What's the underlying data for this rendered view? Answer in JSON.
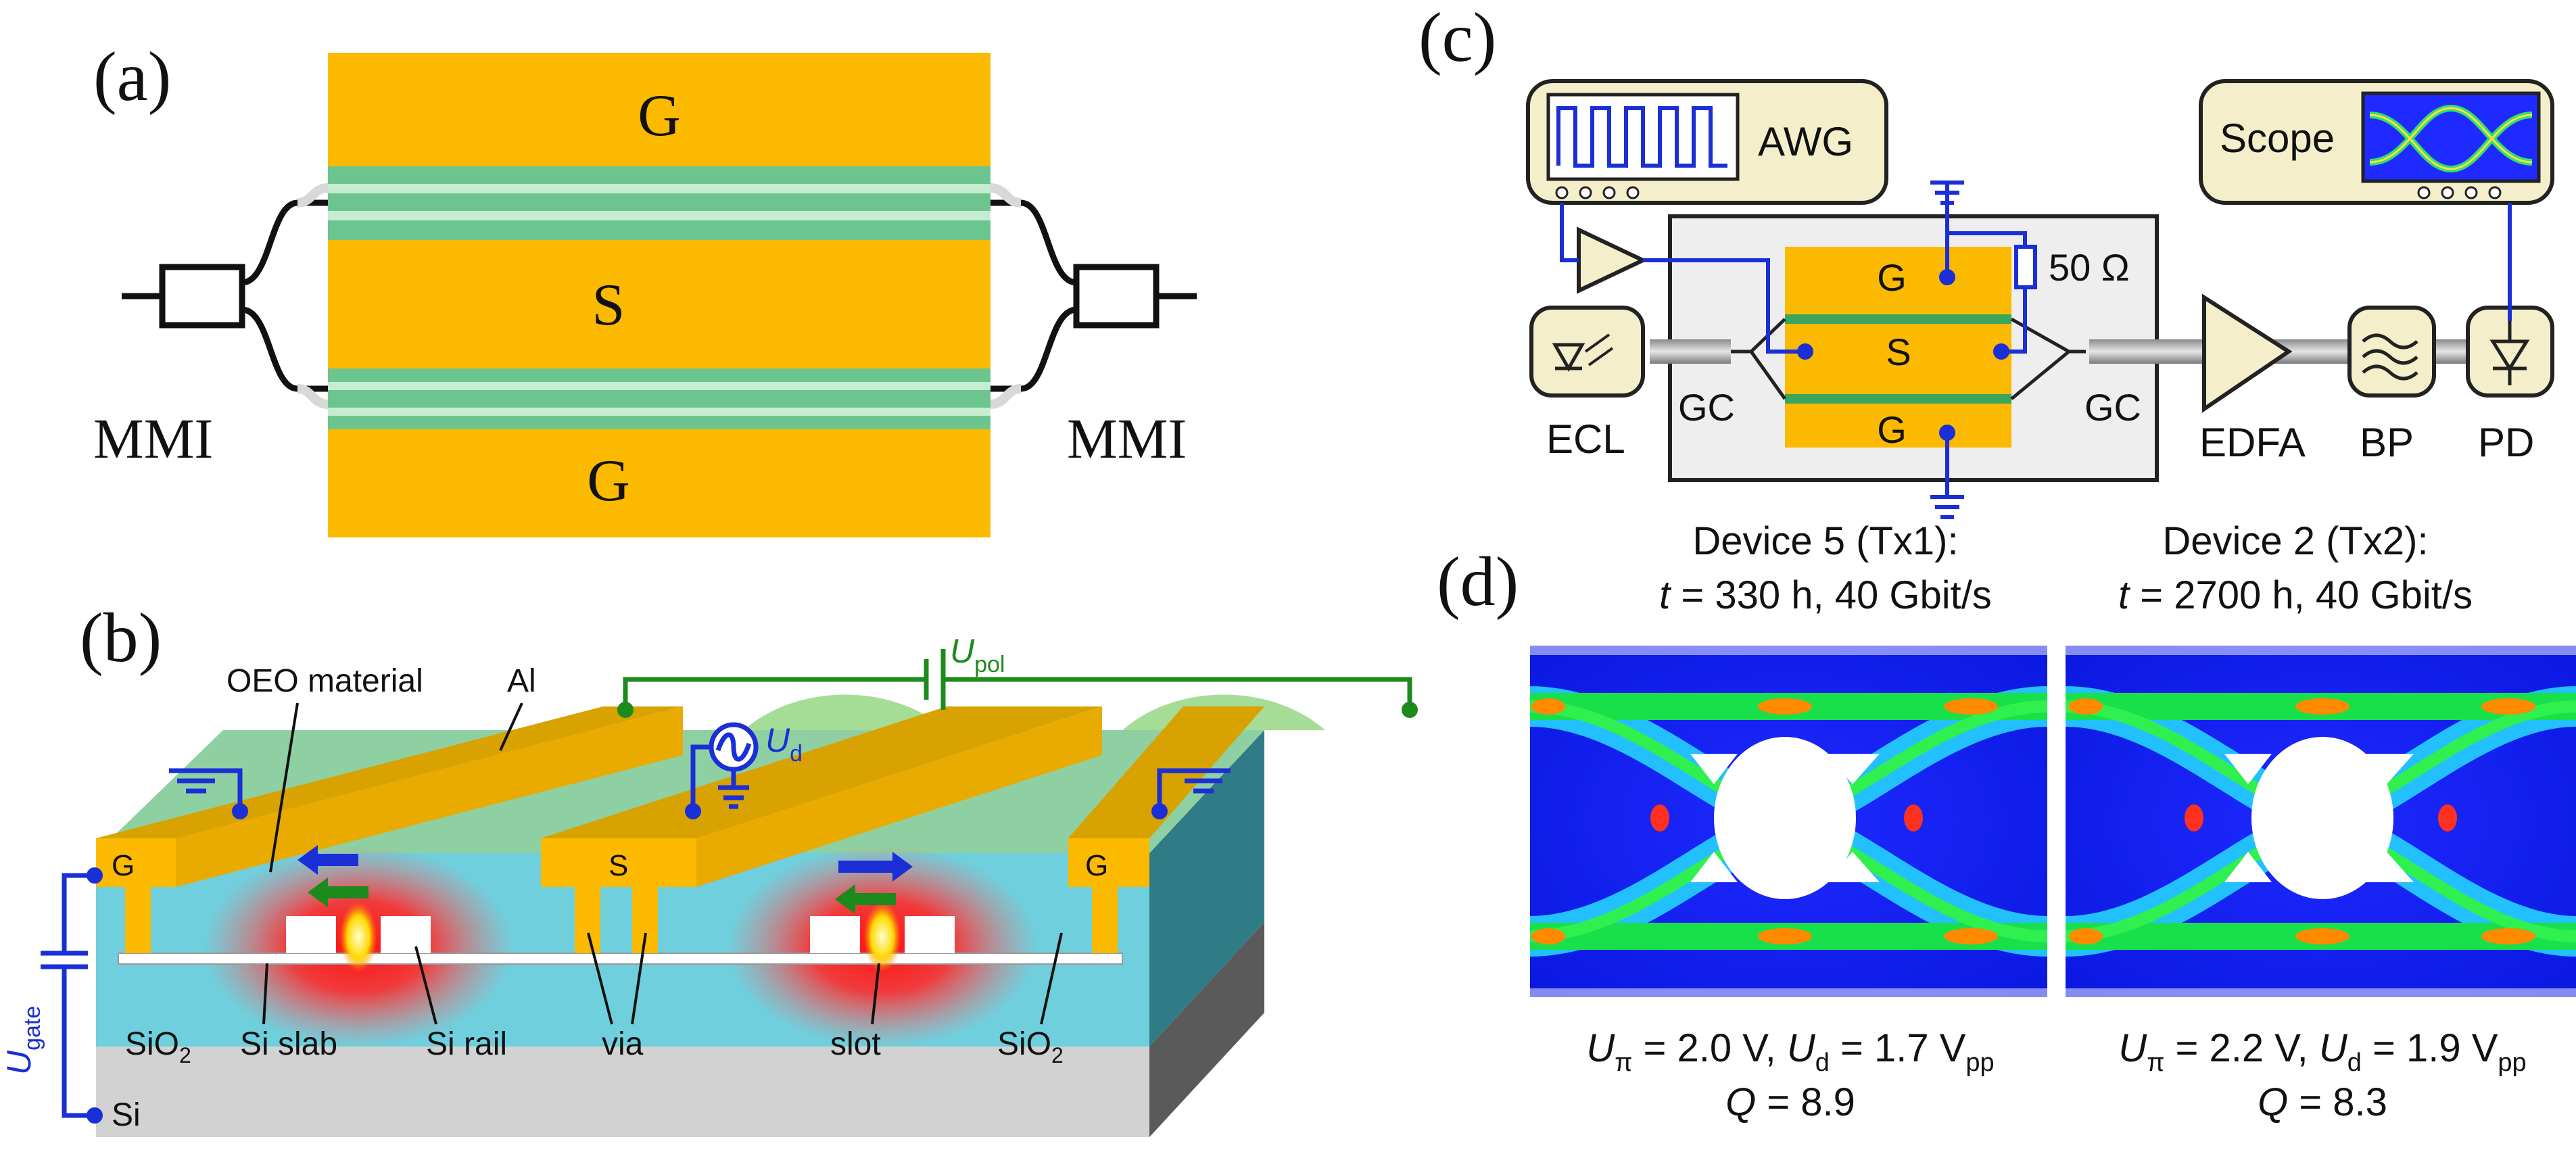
{
  "panel_a": {
    "label": "(a)",
    "electrode_top": "G",
    "electrode_mid": "S",
    "electrode_bot": "G",
    "mmi_left": "MMI",
    "mmi_right": "MMI"
  },
  "panel_b": {
    "label": "(b)",
    "oeo_material": "OEO material",
    "al": "Al",
    "u_pol_main": "U",
    "u_pol_sub": "pol",
    "u_d_main": "U",
    "u_d_sub": "d",
    "u_gate_main": "U",
    "u_gate_sub": "gate",
    "g_left": "G",
    "s_center": "S",
    "g_right": "G",
    "sio2_left_main": "SiO",
    "sio2_left_sub": "2",
    "si_slab": "Si slab",
    "si_rail": "Si rail",
    "via": "via",
    "slot": "slot",
    "sio2_right_main": "SiO",
    "sio2_right_sub": "2",
    "si": "Si"
  },
  "panel_c": {
    "label": "(c)",
    "awg": "AWG",
    "scope": "Scope",
    "g_top": "G",
    "s_mid": "S",
    "g_bot": "G",
    "resistor": "50 Ω",
    "gc_left": "GC",
    "gc_right": "GC",
    "ecl": "ECL",
    "edfa": "EDFA",
    "bp": "BP",
    "pd": "PD"
  },
  "panel_d": {
    "label": "(d)",
    "dev1_title": "Device 5 (Tx1):",
    "dev1_t_var": "t",
    "dev1_t_rest": " = 330 h, 40 Gbit/s",
    "dev1_upi_var": "U",
    "dev1_upi_sub": "π",
    "dev1_upi_val": " = 2.0 V, ",
    "dev1_ud_var": "U",
    "dev1_ud_sub": "d",
    "dev1_ud_val": " = 1.7 V",
    "dev1_ud_unit_sub": "pp",
    "dev1_q_var": "Q",
    "dev1_q_val": " = 8.9",
    "dev2_title": "Device 2 (Tx2):",
    "dev2_t_var": "t",
    "dev2_t_rest": " = 2700 h, 40 Gbit/s",
    "dev2_upi_var": "U",
    "dev2_upi_sub": "π",
    "dev2_upi_val": " = 2.2 V, ",
    "dev2_ud_var": "U",
    "dev2_ud_sub": "d",
    "dev2_ud_val": " = 1.9 V",
    "dev2_ud_unit_sub": "pp",
    "dev2_q_var": "Q",
    "dev2_q_val": " = 8.3"
  },
  "colors": {
    "gold": "#fbb900",
    "gold_dark": "#d99700",
    "green_strip": "#6cc58e",
    "substrate_cyan": "#6fcfdd",
    "substrate_side": "#3d8c96",
    "si_gray": "#d2d2d2",
    "wire_blue": "#1a2fd6",
    "wire_green": "#1d8a1d",
    "box_cream": "#f4efca"
  }
}
